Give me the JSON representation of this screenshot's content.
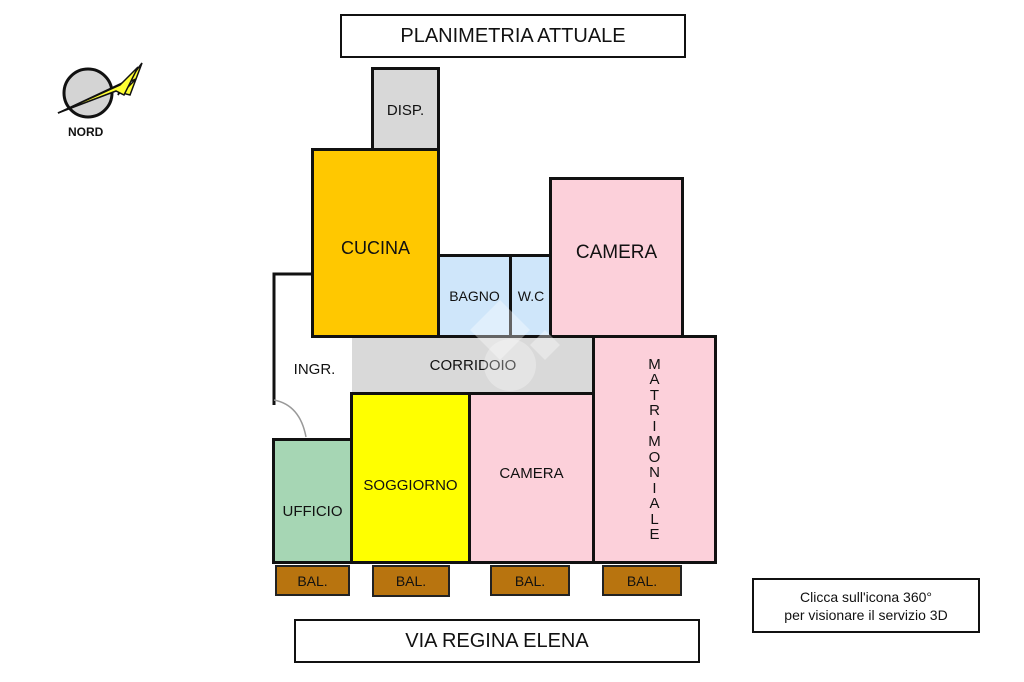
{
  "title": "PLANIMETRIA ATTUALE",
  "street": "VIA REGINA ELENA",
  "compass": {
    "label": "NORD",
    "icon": "north-arrow-icon"
  },
  "note": {
    "line1": "Clicca sull'icona 360°",
    "line2": "per visionare il servizio 3D"
  },
  "watermark_icon": "360-view-icon",
  "colors": {
    "cucina": "#ffc800",
    "disp": "#d8d8d8",
    "bagno": "#cfe6fa",
    "camera": "#fcd0da",
    "corridoio": "#d9d9d9",
    "soggiorno": "#ffff00",
    "ufficio": "#a6d6b4",
    "balcone": "#b8740f"
  },
  "rooms": {
    "disp": "DISP.",
    "cucina": "CUCINA",
    "bagno": "BAGNO",
    "wc": "W.C",
    "camera_top": "CAMERA",
    "ingresso": "INGR.",
    "corridoio": "CORRIDOIO",
    "matrimoniale": [
      "M",
      "A",
      "T",
      "R",
      "I",
      "M",
      "O",
      "N",
      "I",
      "A",
      "L",
      "E"
    ],
    "ufficio": "UFFICIO",
    "soggiorno": "SOGGIORNO",
    "camera_bottom": "CAMERA"
  },
  "balconies": [
    "BAL.",
    "BAL.",
    "BAL.",
    "BAL."
  ]
}
